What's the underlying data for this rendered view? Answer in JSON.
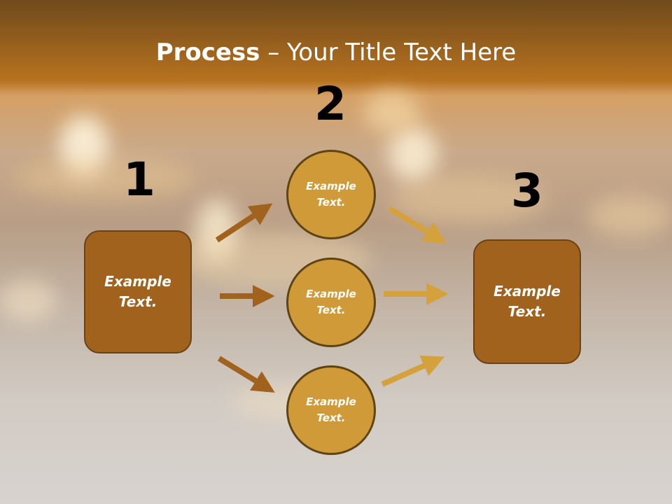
{
  "title": {
    "bold": "Process",
    "rest": " – Your Title Text Here"
  },
  "steps": {
    "one": "1",
    "two": "2",
    "three": "3"
  },
  "left_box": {
    "label": "Example\nText."
  },
  "right_box": {
    "label": "Example\nText."
  },
  "circles": [
    {
      "label": "Example\nText."
    },
    {
      "label": "Example\nText."
    },
    {
      "label": "Example\nText."
    }
  ],
  "colors": {
    "box": "#a0621c",
    "circle": "#cf9a37",
    "arrow_left": "#a0621c",
    "arrow_right": "#d4a13c"
  }
}
